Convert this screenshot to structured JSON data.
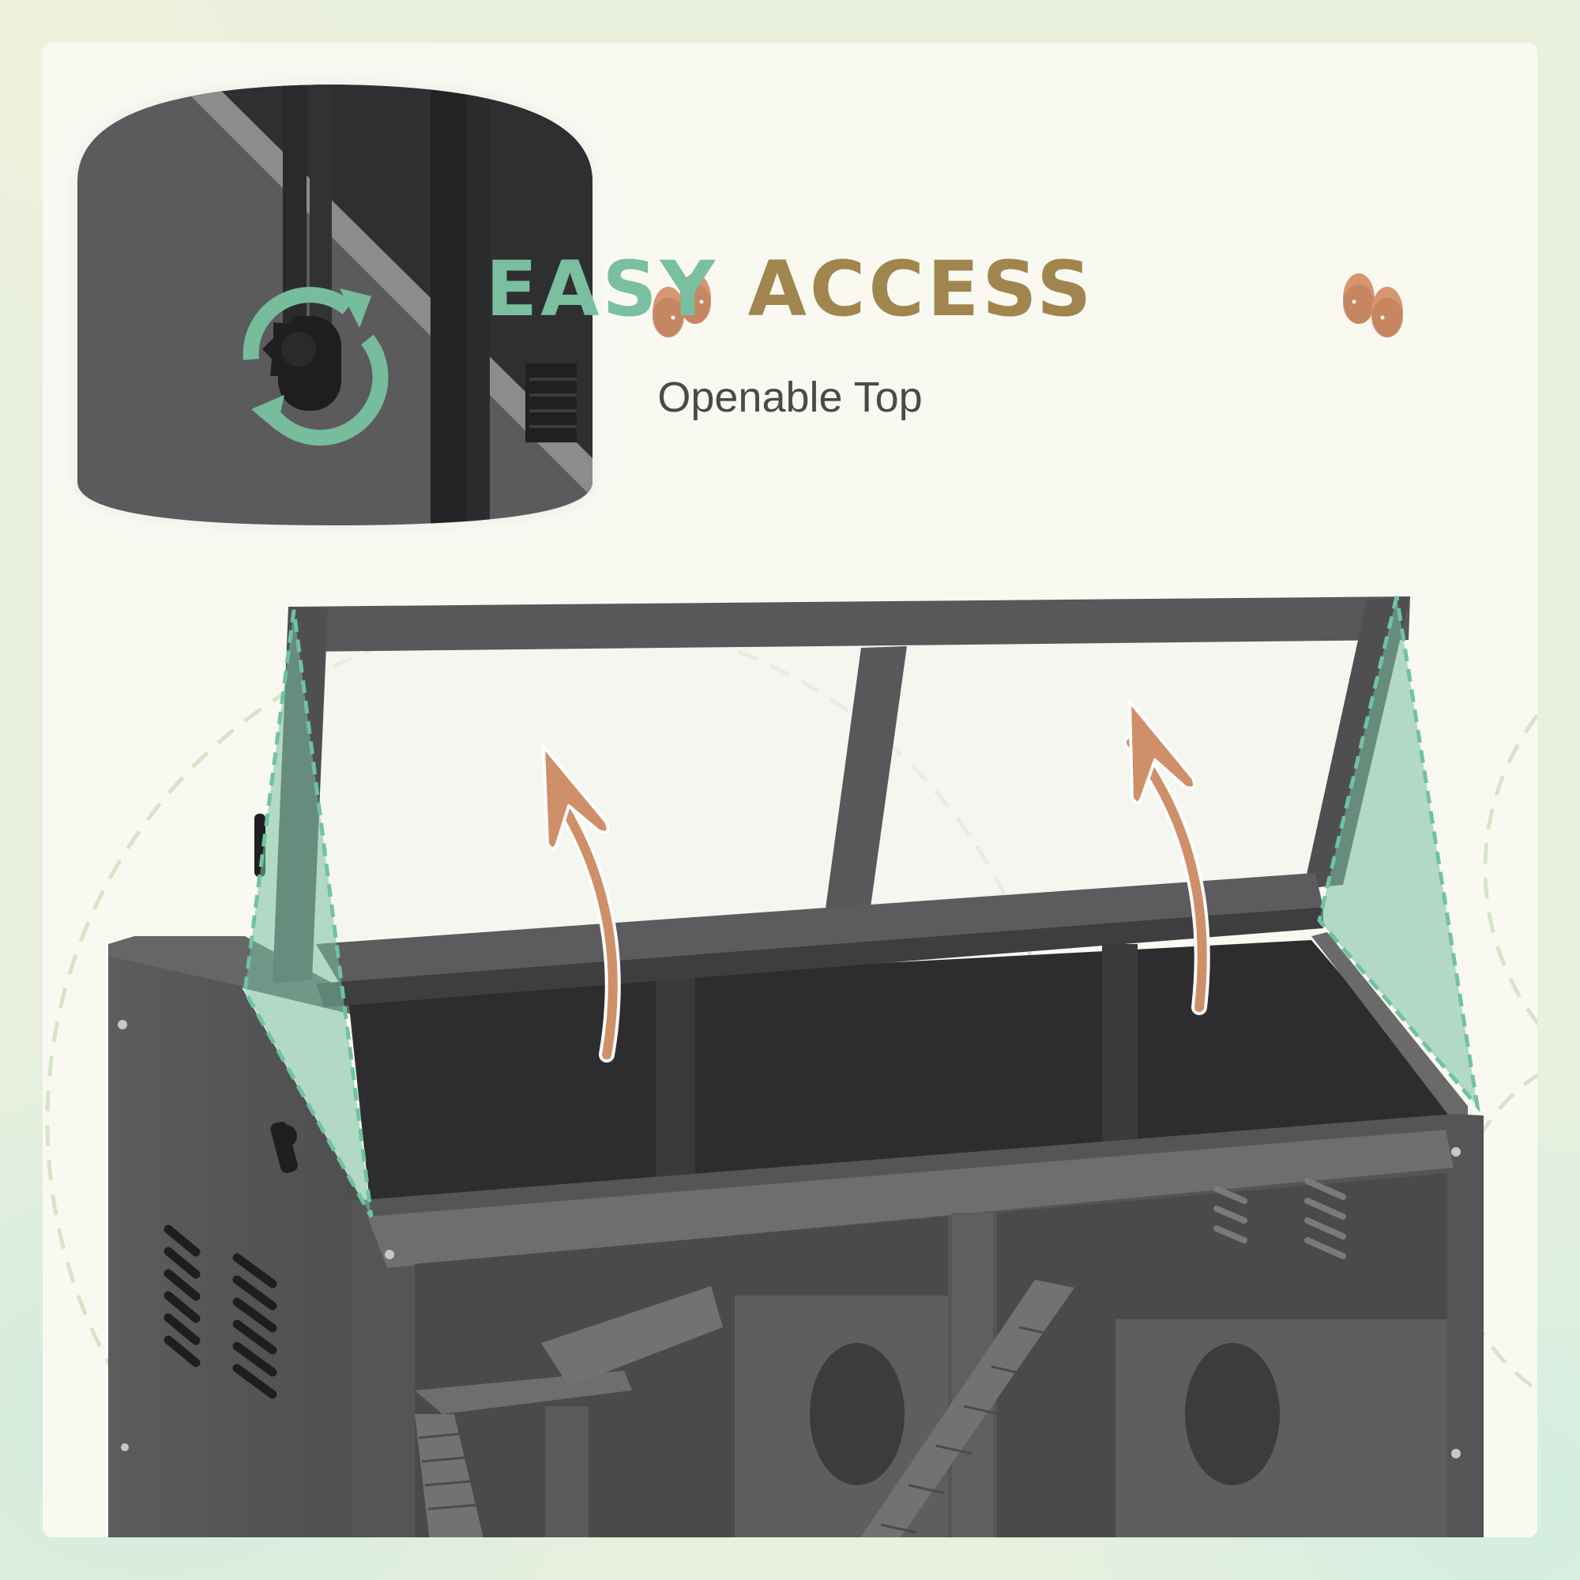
{
  "header": {
    "title_part1": "EASY",
    "title_part2": "ACCESS",
    "subtitle": "Openable Top"
  },
  "icons": {
    "left_decoration": "almond-icon",
    "right_decoration": "almond-icon",
    "rotate_indicator": "rotate-arrows-icon",
    "open_direction": "curved-arrow-up-icon"
  },
  "colors": {
    "accent_green": "#79BFA0",
    "accent_gold": "#A0864E",
    "arrow_orange": "#CF8F68",
    "cabinet_gray": "#5A5A5C",
    "card_background": "#F9F9F2",
    "outer_background": "#E6EEDA"
  },
  "product": {
    "description": "Gray wooden hamster cage with openable glass top lid",
    "detail_inset": "Close-up of lid hinge knob"
  }
}
